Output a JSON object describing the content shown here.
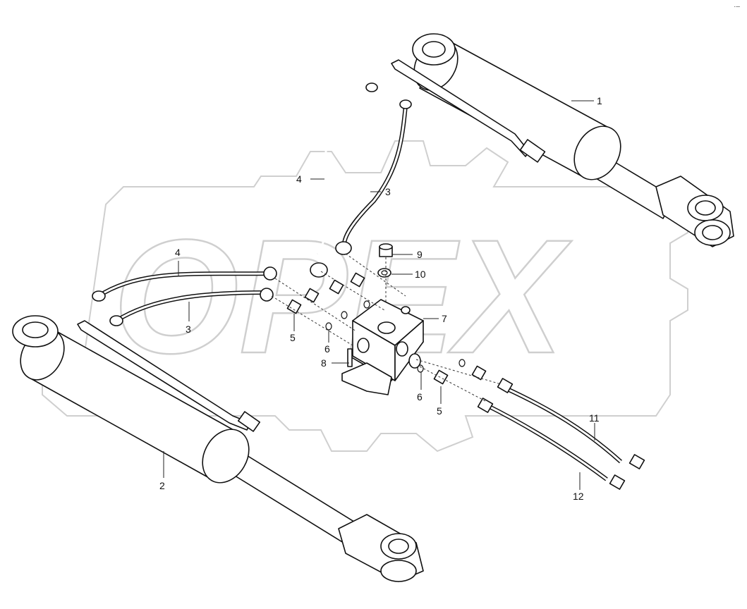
{
  "watermark": {
    "brand_text": "OPEX"
  },
  "corner_mark": "·–",
  "callouts": [
    {
      "id": "c1",
      "label": "1"
    },
    {
      "id": "c2",
      "label": "2"
    },
    {
      "id": "c3a",
      "label": "3"
    },
    {
      "id": "c3b",
      "label": "3"
    },
    {
      "id": "c4a",
      "label": "4"
    },
    {
      "id": "c4b",
      "label": "4"
    },
    {
      "id": "c5a",
      "label": "5"
    },
    {
      "id": "c5b",
      "label": "5"
    },
    {
      "id": "c6a",
      "label": "6"
    },
    {
      "id": "c6b",
      "label": "6"
    },
    {
      "id": "c7",
      "label": "7"
    },
    {
      "id": "c8",
      "label": "8"
    },
    {
      "id": "c9",
      "label": "9"
    },
    {
      "id": "c10",
      "label": "10"
    },
    {
      "id": "c11",
      "label": "11"
    },
    {
      "id": "c12",
      "label": "12"
    }
  ]
}
